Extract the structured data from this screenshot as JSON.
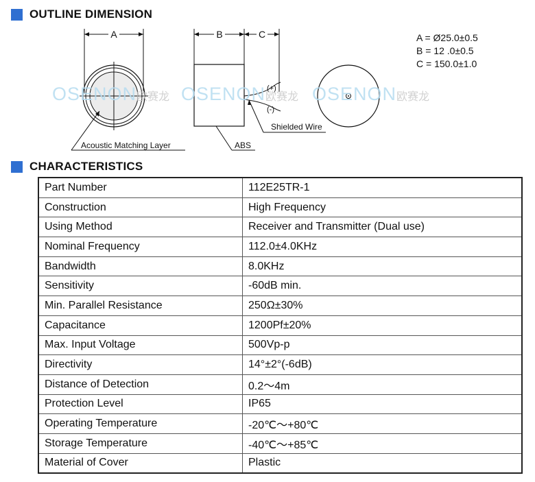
{
  "headings": {
    "outline": "OUTLINE DIMENSION",
    "characteristics": "CHARACTERISTICS"
  },
  "drawing": {
    "dim_a": "A",
    "dim_b": "B",
    "dim_c": "C",
    "plus": "(+)",
    "minus": "(-)",
    "acoustic_layer": "Acoustic Matching Layer",
    "abs": "ABS",
    "shielded_wire": "Shielded Wire"
  },
  "specs": [
    "A = Ø25.0±0.5",
    "B = 12 .0±0.5",
    "C = 150.0±1.0"
  ],
  "watermark": {
    "brand": "OSENON",
    "cn": "欧赛龙"
  },
  "characteristics": [
    {
      "key": "Part Number",
      "value": "112E25TR-1"
    },
    {
      "key": "Construction",
      "value": "High Frequency"
    },
    {
      "key": "Using Method",
      "value": "Receiver and Transmitter (Dual use)"
    },
    {
      "key": "Nominal Frequency",
      "value": "112.0±4.0KHz"
    },
    {
      "key": "Bandwidth",
      "value": "8.0KHz"
    },
    {
      "key": "Sensitivity",
      "value": "-60dB min."
    },
    {
      "key": "Min. Parallel Resistance",
      "value": "250Ω±30%"
    },
    {
      "key": "Capacitance",
      "value": "1200Pf±20%"
    },
    {
      "key": "Max. Input Voltage",
      "value": "500Vp-p"
    },
    {
      "key": "Directivity",
      "value": "14°±2°(-6dB)"
    },
    {
      "key": "Distance of Detection",
      "value": "0.2～4m"
    },
    {
      "key": "Protection Level",
      "value": "IP65"
    },
    {
      "key": "Operating Temperature",
      "value": "-20℃～+80℃"
    },
    {
      "key": "Storage Temperature",
      "value": "-40℃～+85℃"
    },
    {
      "key": "Material of Cover",
      "value": "Plastic"
    }
  ],
  "colors": {
    "accent": "#2f6fd1",
    "watermark": "#b6dcf0"
  }
}
